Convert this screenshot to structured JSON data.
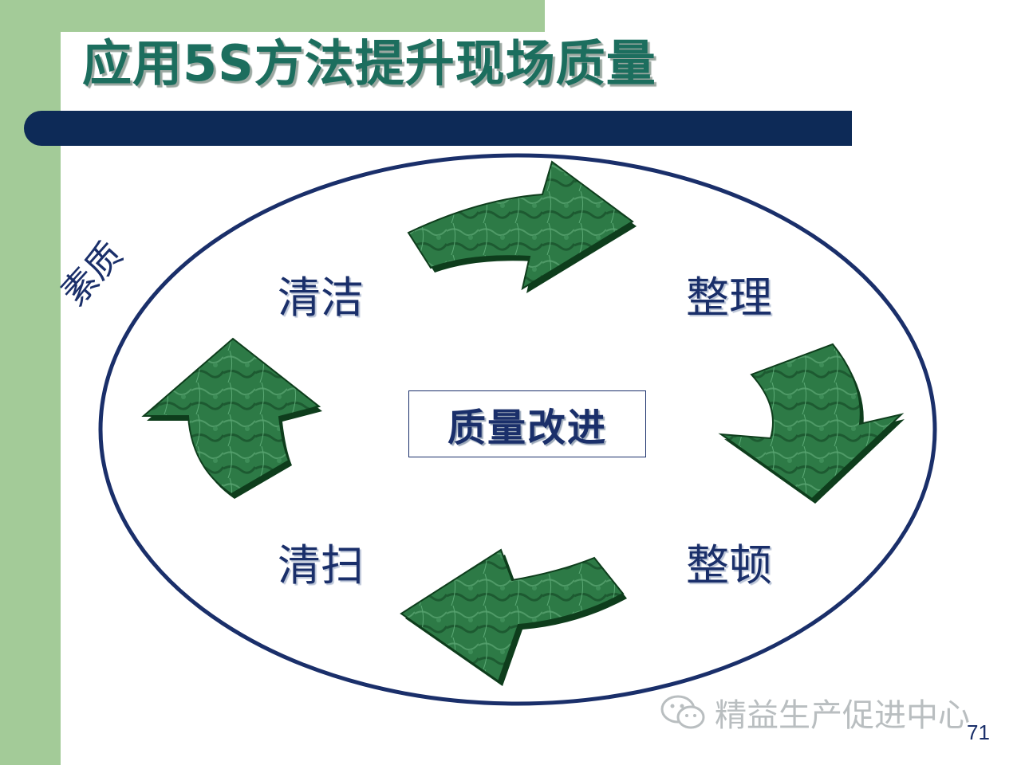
{
  "slide": {
    "title": "应用5S方法提升现场质量",
    "page_number": "71"
  },
  "diagram": {
    "outer_label": "素质",
    "center_label": "质量改进",
    "steps": [
      {
        "id": "seiri",
        "label": "整理"
      },
      {
        "id": "seiton",
        "label": "整顿"
      },
      {
        "id": "seiso",
        "label": "清扫"
      },
      {
        "id": "seiketsu",
        "label": "清洁"
      }
    ]
  },
  "watermark": {
    "text": "精益生产促进中心",
    "icon": "wechat-icon"
  },
  "colors": {
    "sidebar_green": "#a3cb98",
    "title_bar_navy": "#0d2a57",
    "title_text": "#1c6e5e",
    "label_navy": "#1a2f6a",
    "arrow_green": "#1f6b33",
    "arrow_dark": "#0e3d1c"
  }
}
